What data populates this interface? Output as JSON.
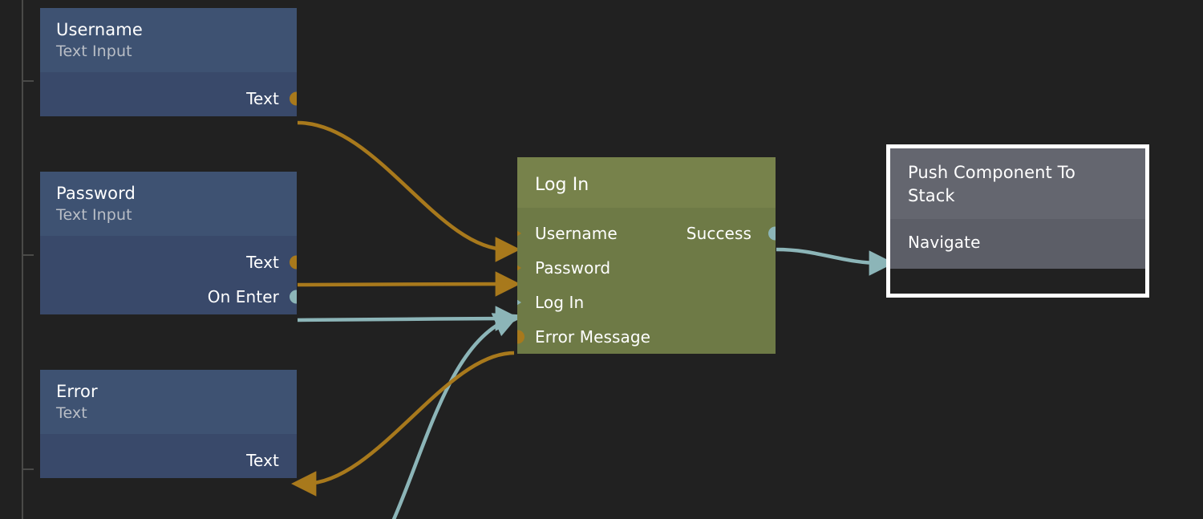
{
  "canvas": {
    "background": "#212121",
    "ruler": {
      "axis_color": "#4a4a48",
      "ticks": [
        101,
        318,
        585
      ]
    }
  },
  "palette": {
    "wire_data": "#a8791c",
    "wire_event": "#8cb5b8",
    "input_node_header": "#3e5272",
    "input_node_body": "#39496a",
    "action_node_header": "#77824b",
    "action_node_body": "#6e7a46",
    "nav_node_header": "#64666f",
    "nav_node_body": "#5c5e67",
    "selection_border": "#ffffff"
  },
  "nodes": [
    {
      "id": "username",
      "title": "Username",
      "subtitle": "Text Input",
      "kind": "input",
      "selected": false,
      "ports": [
        {
          "name": "Text",
          "side": "right",
          "shape": "dot",
          "color": "#a8791c"
        }
      ]
    },
    {
      "id": "password",
      "title": "Password",
      "subtitle": "Text Input",
      "kind": "input",
      "selected": false,
      "ports": [
        {
          "name": "Text",
          "side": "right",
          "shape": "dot",
          "color": "#a8791c"
        },
        {
          "name": "On Enter",
          "side": "right",
          "shape": "dot",
          "color": "#8cb5b8"
        }
      ]
    },
    {
      "id": "error",
      "title": "Error",
      "subtitle": "Text",
      "kind": "input",
      "selected": false,
      "ports": [
        {
          "name": "Text",
          "side": "right",
          "shape": "arrow-in",
          "color": "#a8791c"
        }
      ]
    },
    {
      "id": "login",
      "title": "Log In",
      "subtitle": "",
      "kind": "action",
      "selected": false,
      "ports": [
        {
          "name": "Username",
          "side": "left",
          "shape": "arrow-in",
          "color": "#a8791c"
        },
        {
          "name": "Password",
          "side": "left",
          "shape": "arrow-in",
          "color": "#a8791c"
        },
        {
          "name": "Log In",
          "side": "left",
          "shape": "arrow-in",
          "color": "#8cb5b8"
        },
        {
          "name": "Error Message",
          "side": "left",
          "shape": "dot",
          "color": "#a8791c"
        },
        {
          "name": "Success",
          "side": "right",
          "shape": "dot",
          "color": "#8cb5b8"
        }
      ]
    },
    {
      "id": "push",
      "title": "Push Component To Stack",
      "subtitle": "",
      "kind": "navigation",
      "selected": true,
      "ports": [
        {
          "name": "Navigate",
          "side": "left",
          "shape": "arrow-in",
          "color": "#8cb5b8"
        }
      ]
    }
  ],
  "connections": [
    {
      "id": "username-text-to-login-username",
      "from": "Username.Text",
      "to": "Log In.Username",
      "color": "#a8791c"
    },
    {
      "id": "password-text-to-login-password",
      "from": "Password.Text",
      "to": "Log In.Password",
      "color": "#a8791c"
    },
    {
      "id": "password-onenter-to-login-login",
      "from": "Password.On Enter",
      "to": "Log In.Log In",
      "color": "#8cb5b8"
    },
    {
      "id": "offscreen-to-login-login",
      "from": "(off-screen below)",
      "to": "Log In.Log In",
      "color": "#8cb5b8"
    },
    {
      "id": "login-errormessage-to-error-text",
      "from": "Log In.Error Message",
      "to": "Error.Text",
      "color": "#a8791c"
    },
    {
      "id": "login-success-to-push-navigate",
      "from": "Log In.Success",
      "to": "Push Component To Stack.Navigate",
      "color": "#8cb5b8"
    }
  ]
}
